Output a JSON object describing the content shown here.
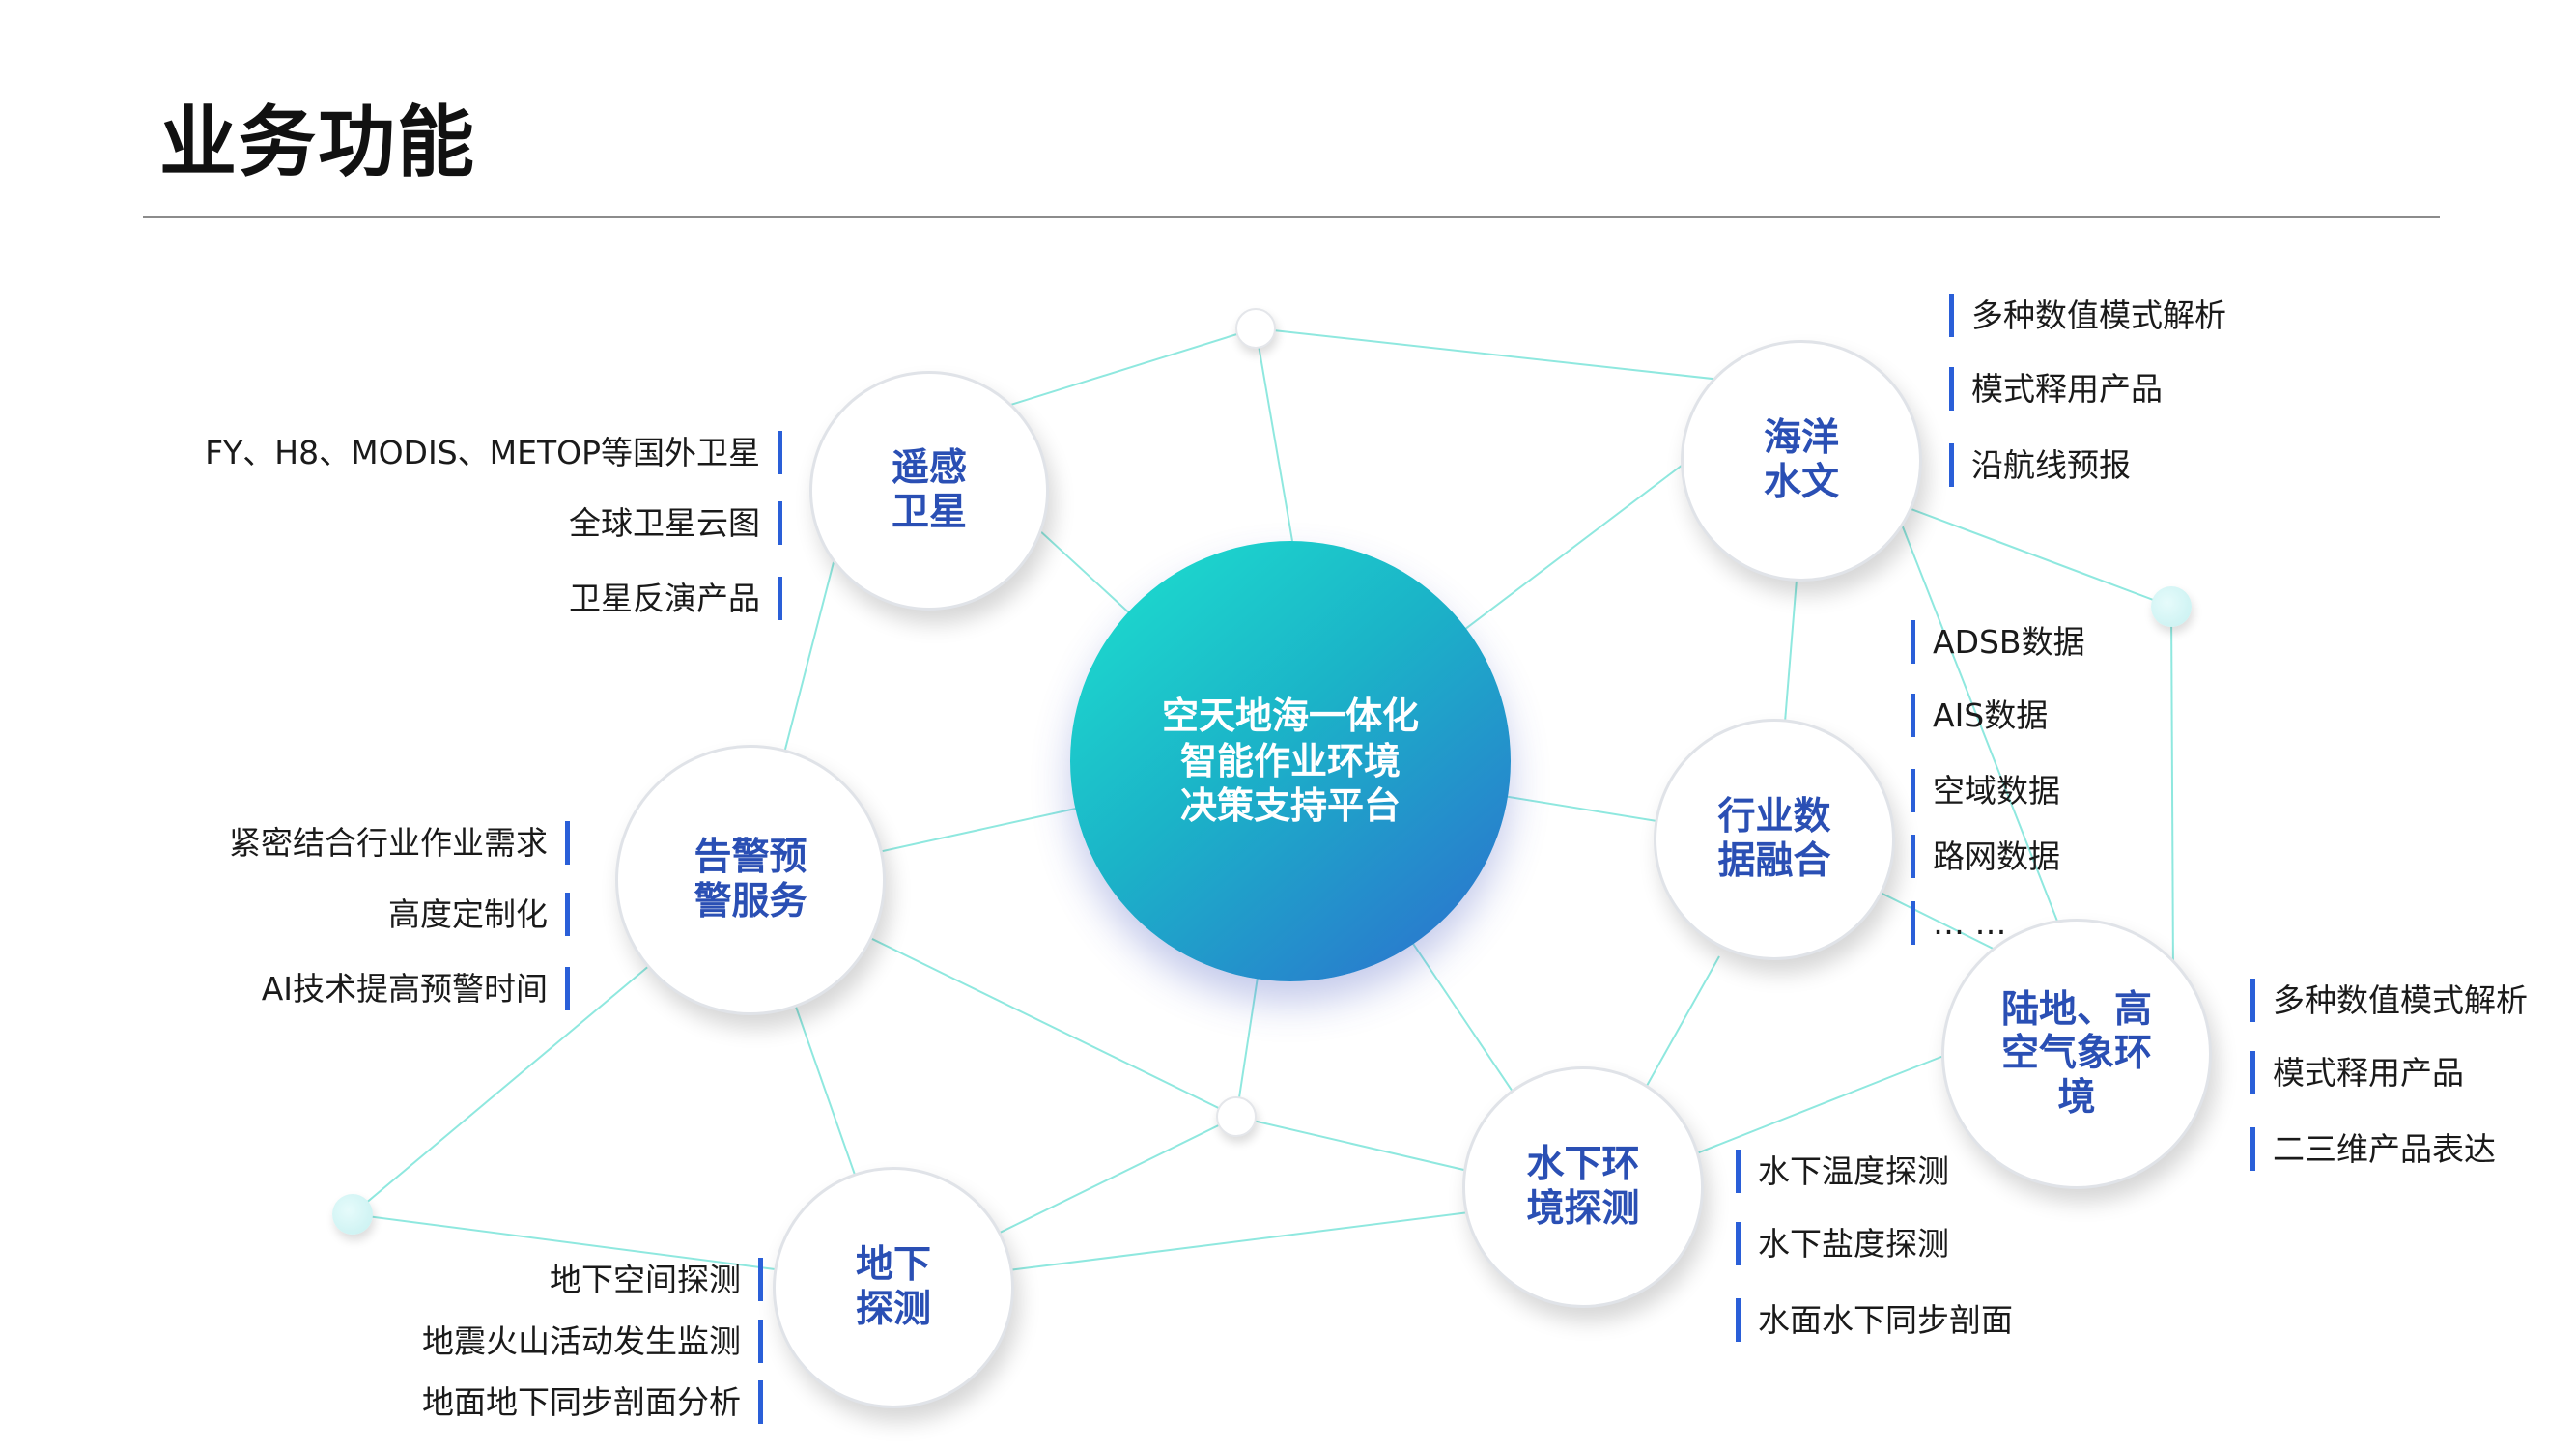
{
  "page": {
    "title": "业务功能"
  },
  "hub": {
    "lines": [
      "空天地海一体化",
      "智能作业环境",
      "决策支持平台"
    ]
  },
  "nodes": {
    "remote_sensing": {
      "lines": [
        "遥感",
        "卫星"
      ]
    },
    "ocean": {
      "lines": [
        "海洋",
        "水文"
      ]
    },
    "warning": {
      "lines": [
        "告警预",
        "警服务"
      ]
    },
    "industry": {
      "lines": [
        "行业数",
        "据融合"
      ]
    },
    "land_air": {
      "lines": [
        "陆地、高",
        "空气象环",
        "境"
      ]
    },
    "underwater": {
      "lines": [
        "水下环",
        "境探测"
      ]
    },
    "underground": {
      "lines": [
        "地下",
        "探测"
      ]
    }
  },
  "labels": {
    "remote_sensing": [
      "FY、H8、MODIS、METOP等国外卫星",
      "全球卫星云图",
      "卫星反演产品"
    ],
    "ocean": [
      "多种数值模式解析",
      "模式释用产品",
      "沿航线预报"
    ],
    "industry": [
      "ADSB数据",
      "AIS数据",
      "空域数据",
      "路网数据",
      "… …"
    ],
    "land_air": [
      "多种数值模式解析",
      "模式释用产品",
      "二三维产品表达"
    ],
    "warning": [
      "紧密结合行业作业需求",
      "高度定制化",
      "AI技术提高预警时间"
    ],
    "underwater": [
      "水下温度探测",
      "水下盐度探测",
      "水面水下同步剖面"
    ],
    "underground": [
      "地下空间探测",
      "地震火山活动发生监测",
      "地面地下同步剖面分析"
    ]
  },
  "colors": {
    "link_line": "#8fe8df",
    "node_text": "#2a4fb4",
    "label_bar": "#2a5fd8",
    "hub_gradient": [
      "#1de2cf",
      "#1bb3c8",
      "#2d6ccf"
    ]
  }
}
